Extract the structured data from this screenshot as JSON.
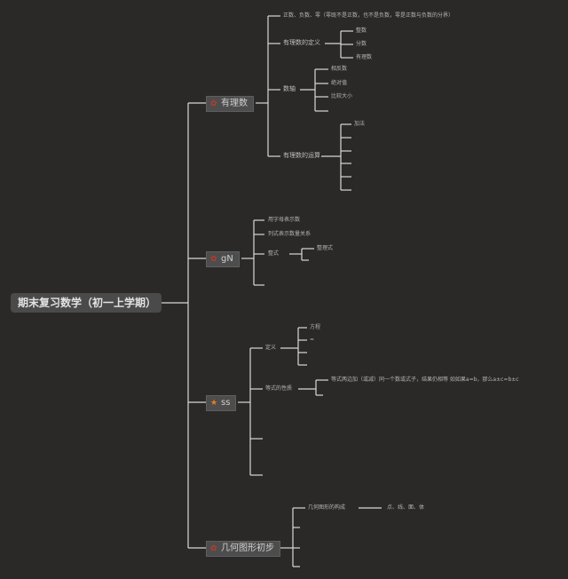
{
  "root": "期末复习数学（初一上学期）",
  "branch1": {
    "icon": "flower-icon",
    "icon_color": "#c0392b",
    "label": "有理数",
    "items": [
      "正数、负数、零（零既不是正数，也不是负数，零是正数与负数的分界）",
      "有理数的定义",
      "数轴",
      "有理数的运算"
    ],
    "def_children": [
      "整数",
      "分数",
      "有理数"
    ],
    "axis_children": [
      "相反数",
      "绝对值",
      "比较大小"
    ],
    "op_children": [
      "加法",
      "",
      "",
      "",
      "",
      ""
    ]
  },
  "branch2": {
    "icon": "flower-icon",
    "icon_color": "#c0392b",
    "label": "gN",
    "items": [
      "用字母表示数",
      "列式表示数量关系",
      "整式",
      ""
    ],
    "zs_child": "整理式"
  },
  "branch3": {
    "icon": "star-icon",
    "icon_color": "#e67e22",
    "label": "ss",
    "items": [
      "定义",
      "等式的性质",
      "",
      ""
    ],
    "def_children": [
      "方程",
      "=",
      "",
      ""
    ],
    "prop_child": "等式两边加（或减）同一个数或式子，结果仍相等 如如果a=b，那么a±c=b±c"
  },
  "branch4": {
    "icon": "flower-icon",
    "icon_color": "#c0392b",
    "label": "几何图形初步",
    "items": [
      "几何图形的构成",
      "",
      "",
      ""
    ],
    "parts": "点、线、面、体"
  }
}
